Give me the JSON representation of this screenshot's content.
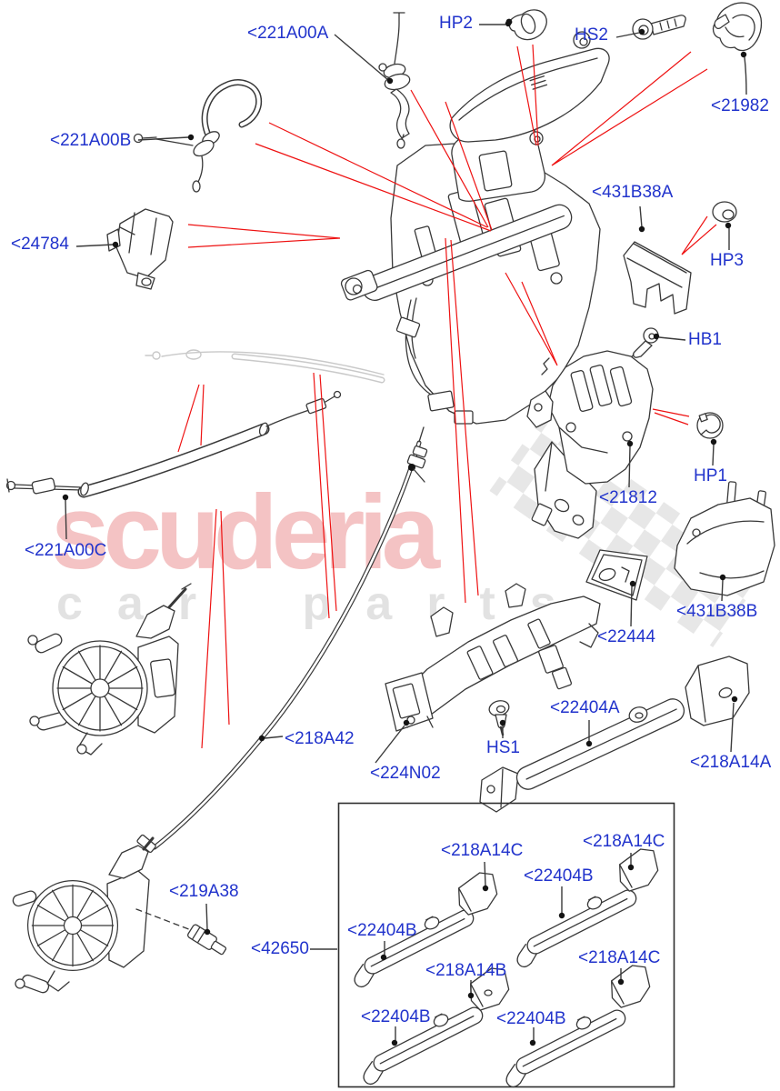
{
  "diagram": {
    "type": "exploded-parts-diagram",
    "subject": "front door lock and handle mechanism",
    "watermark": {
      "title": "scuderia",
      "subtitle": "car parts"
    },
    "colors": {
      "label_blue": "#2133cc",
      "leader_red": "#ee1111",
      "line_ink": "#383838",
      "watermark_pink": "#f2bcbe"
    },
    "labels": [
      {
        "id": "221A00A",
        "text": "<221A00A"
      },
      {
        "id": "HP2",
        "text": "HP2"
      },
      {
        "id": "HS2",
        "text": "HS2"
      },
      {
        "id": "21982",
        "text": "<21982"
      },
      {
        "id": "221A00B",
        "text": "<221A00B"
      },
      {
        "id": "431B38A",
        "text": "<431B38A"
      },
      {
        "id": "HP3",
        "text": "HP3"
      },
      {
        "id": "24784",
        "text": "<24784"
      },
      {
        "id": "HB1",
        "text": "HB1"
      },
      {
        "id": "21812",
        "text": "<21812"
      },
      {
        "id": "HP1",
        "text": "HP1"
      },
      {
        "id": "221A00C",
        "text": "<221A00C"
      },
      {
        "id": "431B38B",
        "text": "<431B38B"
      },
      {
        "id": "22444",
        "text": "<22444"
      },
      {
        "id": "218A42",
        "text": "<218A42"
      },
      {
        "id": "224N02",
        "text": "<224N02"
      },
      {
        "id": "HS1",
        "text": "HS1"
      },
      {
        "id": "22404A",
        "text": "<22404A"
      },
      {
        "id": "218A14A",
        "text": "<218A14A"
      },
      {
        "id": "219A38",
        "text": "<219A38"
      },
      {
        "id": "42650",
        "text": "<42650"
      },
      {
        "id": "218A14C-1",
        "text": "<218A14C"
      },
      {
        "id": "22404B-1",
        "text": "<22404B"
      },
      {
        "id": "218A14C-2",
        "text": "<218A14C"
      },
      {
        "id": "22404B-2",
        "text": "<22404B"
      },
      {
        "id": "218A14B",
        "text": "<218A14B"
      },
      {
        "id": "22404B-3",
        "text": "<22404B"
      },
      {
        "id": "218A14C-3",
        "text": "<218A14C"
      },
      {
        "id": "22404B-4",
        "text": "<22404B"
      }
    ]
  }
}
